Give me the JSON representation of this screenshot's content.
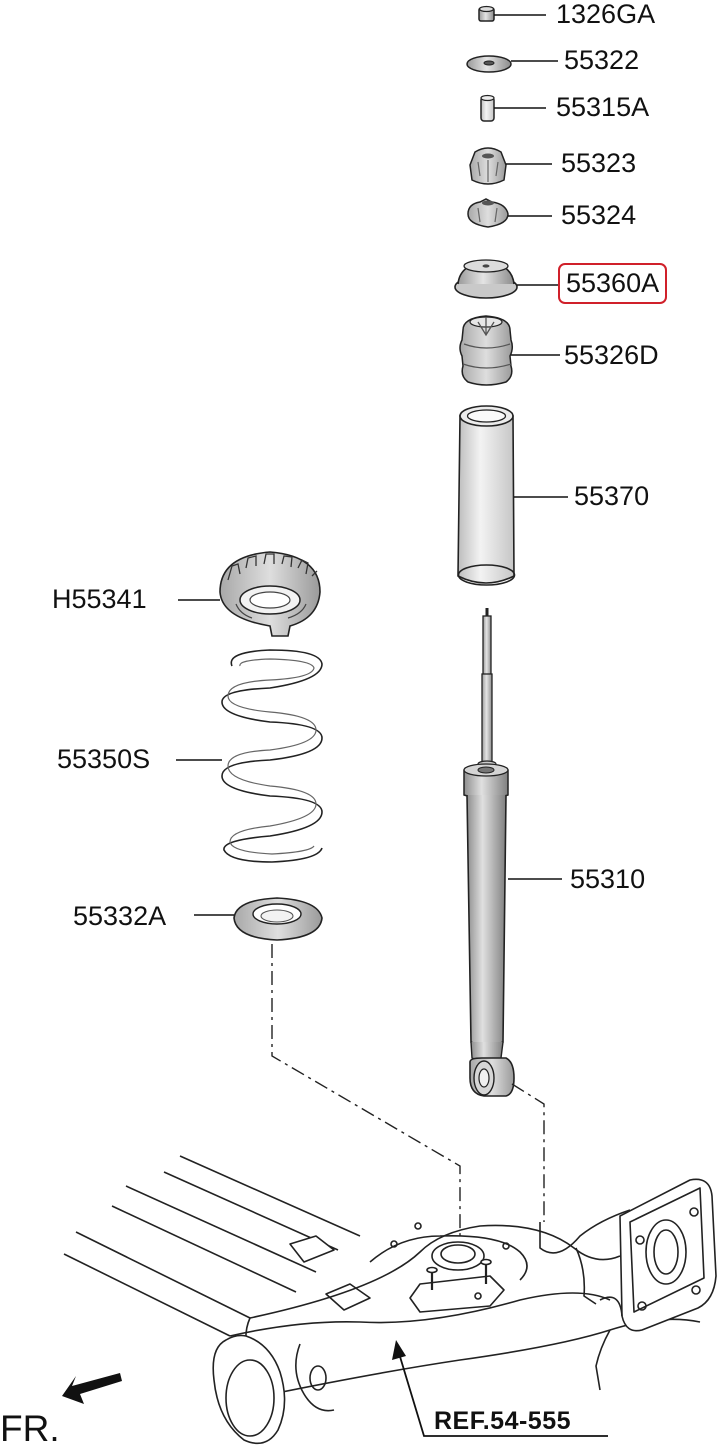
{
  "diagram": {
    "labels": {
      "nut": "1326GA",
      "washer": "55322",
      "bushing": "55315A",
      "upper_insulator": "55323",
      "lower_insulator": "55324",
      "mount_bracket": "55360A",
      "bumper_stopper": "55326D",
      "dust_cover": "55370",
      "spring_upper_pad": "H55341",
      "coil_spring": "55350S",
      "spring_lower_pad": "55332A",
      "shock_absorber": "55310"
    },
    "highlighted_part": "55360A",
    "highlight_color": "#d0202a",
    "reference": "REF.54-555",
    "front_indicator": "FR."
  }
}
